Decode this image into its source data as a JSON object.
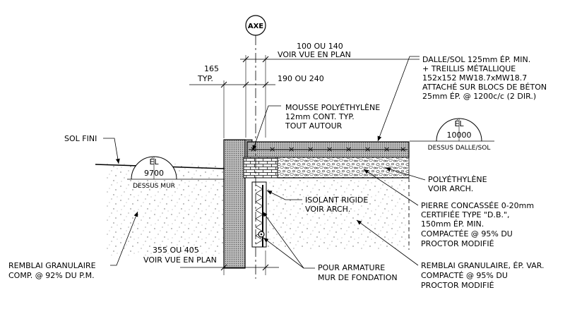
{
  "axis_label": "AXE",
  "dim_top_1": [
    "100 OU 140",
    "VOIR VUE EN PLAN"
  ],
  "dim_165": [
    "165",
    "TYP."
  ],
  "dim_190": "190 OU 240",
  "dim_bottom": [
    "355 OU 405",
    "VOIR VUE EN PLAN"
  ],
  "slab_note": [
    "DALLE/SOL 125mm ÉP. MIN.",
    "+ TREILLIS MÉTALLIQUE",
    "152x152  MW18.7xMW18.7",
    "ATTACHÉ SUR BLOCS DE BÉTON",
    "25mm ÉP. @ 1200c/c (2 DIR.)"
  ],
  "mousse_note": [
    "MOUSSE POLYÉTHYLÈNE",
    "12mm  CONT. TYP.",
    "TOUT AUTOUR"
  ],
  "sol_fini": "SOL FINI",
  "el_slab": {
    "label": "ÉL",
    "value": "10000",
    "caption": "DESSUS DALLE/SOL"
  },
  "el_wall": {
    "label": "ÉL",
    "value": "9700",
    "caption": "DESSUS MUR"
  },
  "poly_note": [
    "POLYÉTHYLÈNE",
    "VOIR ARCH."
  ],
  "isolant_note": [
    "ISOLANT RIGIDE",
    "VOIR ARCH."
  ],
  "pierre_note": [
    "PIERRE CONCASSÉE 0-20mm",
    "CERTIFIÉE TYPE \"D.B.\",",
    "150mm ÉP. MIN.",
    "COMPACTÉE @ 95% DU",
    "PROCTOR MODIFIÉ"
  ],
  "remblai_left_note": [
    "REMBLAI GRANULAIRE",
    "COMP. @ 92% DU P.M."
  ],
  "armature_note": [
    "POUR ARMATURE",
    "MUR DE FONDATION"
  ],
  "remblai_right_note": [
    "REMBLAI GRANULAIRE, ÉP. VAR.",
    "COMPACTÉ @ 95% DU",
    "PROCTOR MODIFIÉ"
  ]
}
